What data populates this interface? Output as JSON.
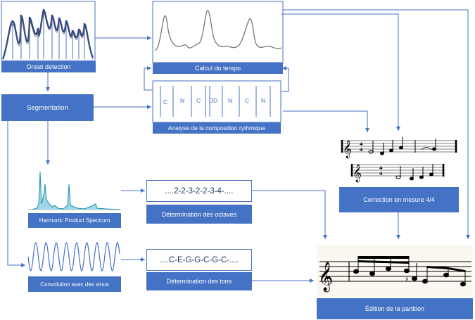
{
  "nodes": {
    "onset": "Onset detection",
    "tempo": "Calcul du tempo",
    "segmentation": "Segmentation",
    "rythme": "Analyse de la composition rythmique",
    "hps": "Harmonic Product Spectrum",
    "octaves": "Détermination des octaves",
    "convolution": "Convolution avec des sinus",
    "tons": "Détermination des tons",
    "correction": "Correction en mesure 4/4",
    "edition": "Édition de la partition"
  },
  "sequences": {
    "octaves": "....2-2-3-2-2-3-4-....",
    "tons": "....C-E-G-G-C-G-C-...."
  },
  "rhythm_letters": [
    "C",
    "N",
    "C",
    "DD",
    "N",
    "C",
    "N"
  ],
  "time_signature": {
    "top": "4",
    "bottom": "4"
  },
  "colors": {
    "accent": "#4472c4",
    "arrow": "#4472c4",
    "label_text": "#ffffff"
  }
}
